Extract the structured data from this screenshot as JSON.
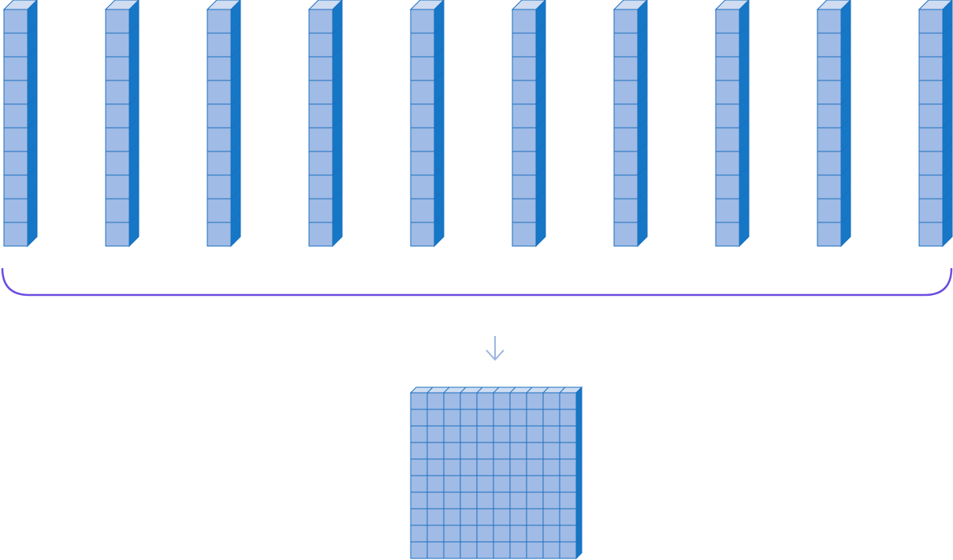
{
  "diagram": {
    "rods": {
      "count": 10,
      "cubes_per_rod": 10
    },
    "flat": {
      "rows": 10,
      "cols": 10
    },
    "colors": {
      "cube_face": "#a0bbe5",
      "cube_top": "#cfdcf2",
      "cube_side": "#1577c6",
      "cube_edge": "#1b6fbf",
      "brace": "#6c4de0",
      "arrow": "#9db6e0",
      "background": "#ffffff"
    },
    "icons": {
      "brace": "grouping-brace-icon",
      "arrow": "arrow-down-icon"
    }
  }
}
